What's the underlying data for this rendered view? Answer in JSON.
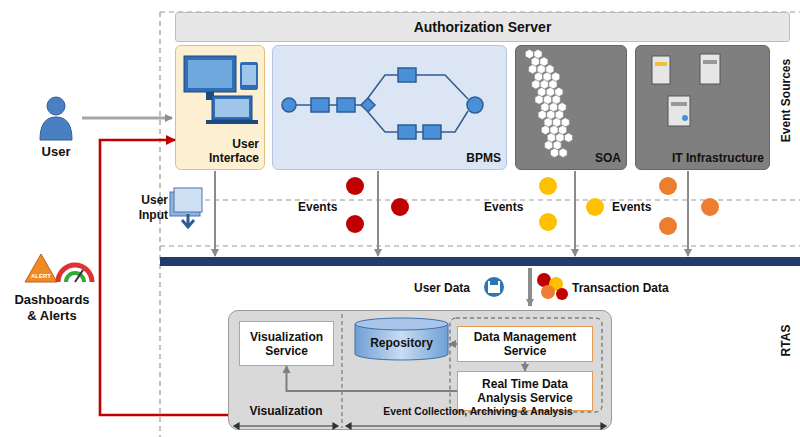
{
  "diagram": {
    "nodes": [
      {
        "text": [
          "Authorization Server"
        ]
      },
      {
        "text": [
          "User Interface"
        ]
      },
      {
        "text": [
          "BPMS"
        ]
      },
      {
        "text": [
          "SOA"
        ]
      },
      {
        "text": [
          "IT Infrastructure"
        ]
      },
      {
        "text": [
          "Visualization",
          "Event Collection, Archiving & Analysis"
        ]
      },
      {
        "text": [
          "Visualization Service"
        ],
        "in": 5
      },
      {
        "text": [
          "Repository"
        ],
        "in": 5
      },
      {
        "text": [
          "Data Management Service"
        ],
        "in": 5
      },
      {
        "text": [
          "Real Time Data Analysis Service"
        ],
        "in": 5
      }
    ],
    "edges": [
      {
        "from": 8,
        "to": 7,
        "arrow": "to"
      },
      {
        "from": 8,
        "to": 9,
        "arrow": "to"
      },
      {
        "from": 9,
        "to": 6,
        "arrow": "to"
      },
      {
        "from": 5,
        "to": 1,
        "arrow": "to"
      }
    ],
    "labels": [
      "User",
      "ALERT",
      "Dashboards & Alerts",
      "User Input",
      "Events",
      "Events",
      "Events",
      "User Data",
      "Transaction Data",
      "Event Sources",
      "RTAS"
    ]
  }
}
